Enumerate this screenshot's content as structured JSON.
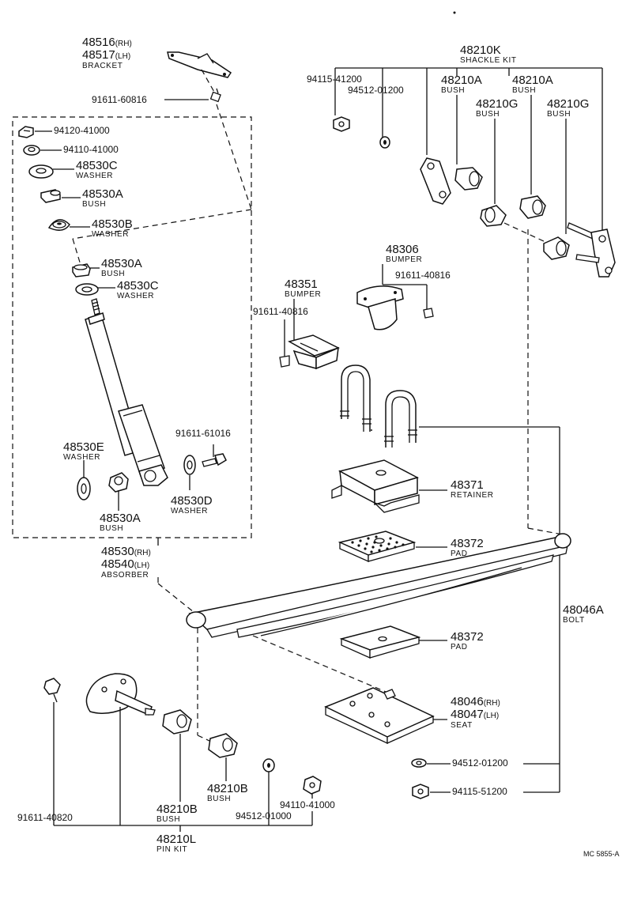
{
  "labels": {
    "bracket": {
      "pn_rh": "48516",
      "sfx_rh": "(RH)",
      "pn_lh": "48517",
      "sfx_lh": "(LH)",
      "name": "BRACKET"
    },
    "bolt_91611_60816": "91611-60816",
    "nut_94120": "94120-41000",
    "nut_94110_top": "94110-41000",
    "washer_48530C_top": {
      "pn": "48530C",
      "name": "WASHER"
    },
    "bush_48530A_top": {
      "pn": "48530A",
      "name": "BUSH"
    },
    "washer_48530B": {
      "pn": "48530B",
      "name": "WASHER"
    },
    "bush_48530A_mid": {
      "pn": "48530A",
      "name": "BUSH"
    },
    "washer_48530C_mid": {
      "pn": "48530C",
      "name": "WASHER"
    },
    "washer_48530E": {
      "pn": "48530E",
      "name": "WASHER"
    },
    "bush_48530A_low": {
      "pn": "48530A",
      "name": "BUSH"
    },
    "bolt_91611_61016": "91611-61016",
    "washer_48530D": {
      "pn": "48530D",
      "name": "WASHER"
    },
    "absorber": {
      "pn_rh": "48530",
      "sfx_rh": "(RH)",
      "pn_lh": "48540",
      "sfx_lh": "(LH)",
      "name": "ABSORBER"
    },
    "shackle_kit": {
      "pn": "48210K",
      "name": "SHACKLE KIT"
    },
    "nut_94115_41200": "94115-41200",
    "washer_94512_01200_top": "94512-01200",
    "bush_48210A_1": {
      "pn": "48210A",
      "name": "BUSH"
    },
    "bush_48210A_2": {
      "pn": "48210A",
      "name": "BUSH"
    },
    "bush_48210G_1": {
      "pn": "48210G",
      "name": "BUSH"
    },
    "bush_48210G_2": {
      "pn": "48210G",
      "name": "BUSH"
    },
    "bumper_48306": {
      "pn": "48306",
      "name": "BUMPER"
    },
    "bolt_91611_40816_a": "91611-40816",
    "bumper_48351": {
      "pn": "48351",
      "name": "BUMPER"
    },
    "bolt_91611_40816_b": "91611-40816",
    "retainer": {
      "pn": "48371",
      "name": "RETAINER"
    },
    "pad_upper": {
      "pn": "48372",
      "name": "PAD"
    },
    "bolt_48046A": {
      "pn": "48046A",
      "name": "BOLT"
    },
    "pad_lower": {
      "pn": "48372",
      "name": "PAD"
    },
    "seat": {
      "pn_rh": "48046",
      "sfx_rh": "(RH)",
      "pn_lh": "48047",
      "sfx_lh": "(LH)",
      "name": "SEAT"
    },
    "washer_94512_01200_low": "94512-01200",
    "nut_94115_51200": "94115-51200",
    "bolt_91611_40820": "91611-40820",
    "bush_48210B_1": {
      "pn": "48210B",
      "name": "BUSH"
    },
    "bush_48210B_2": {
      "pn": "48210B",
      "name": "BUSH"
    },
    "washer_94512_01000": "94512-01000",
    "nut_94110_41000_low": "94110-41000",
    "pin_kit": {
      "pn": "48210L",
      "name": "PIN KIT"
    },
    "diagram_code": "MC 5855-A"
  }
}
